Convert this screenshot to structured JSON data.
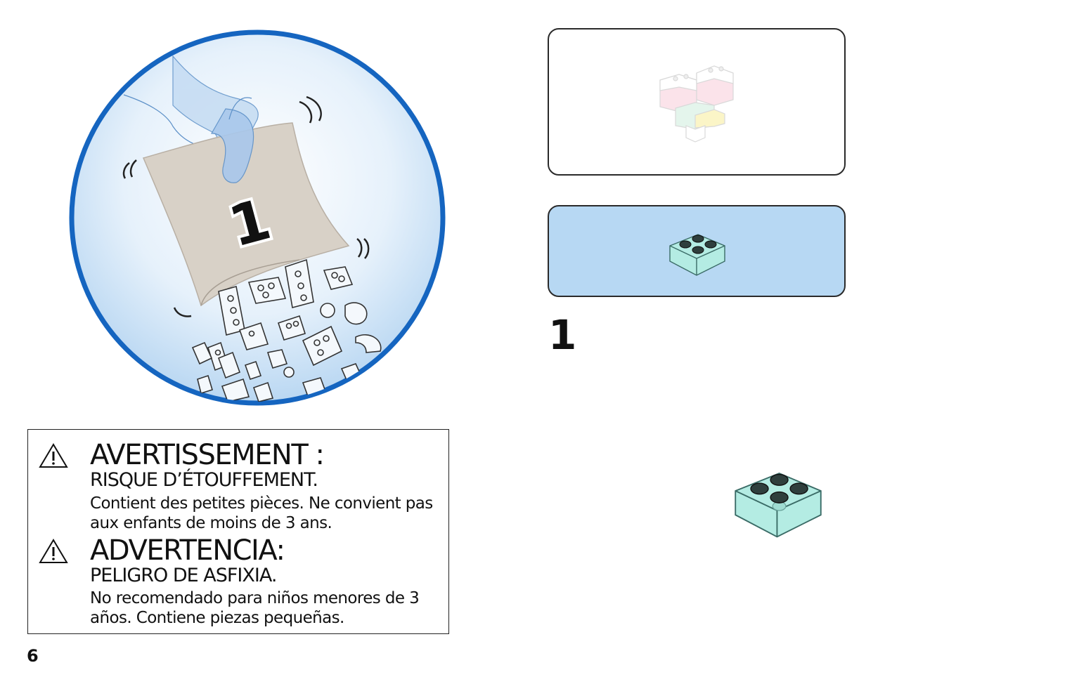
{
  "bag": {
    "number": "1"
  },
  "warnings": [
    {
      "heading": "AVERTISSEMENT :",
      "subheading": "RISQUE D’ÉTOUFFEMENT.",
      "body": "Contient des petites pièces. Ne convient pas aux enfants de moins de 3 ans.",
      "icon": "warning-triangle-icon"
    },
    {
      "heading": "ADVERTENCIA:",
      "subheading": "PELIGRO DE ASFIXIA.",
      "body": "No recomendado para niños menores de 3 años. Contiene piezas pequeñas.",
      "icon": "warning-triangle-icon"
    }
  ],
  "page_number": "6",
  "step": {
    "number": "1",
    "parts_list": [
      {
        "part": "brick-2x2-trans-light-blue-icon",
        "quantity": 1
      }
    ]
  },
  "colors": {
    "circle_border": "#1565c0",
    "parts_panel_bg": "#b7d8f3",
    "brick_color": "#b4ece3"
  }
}
